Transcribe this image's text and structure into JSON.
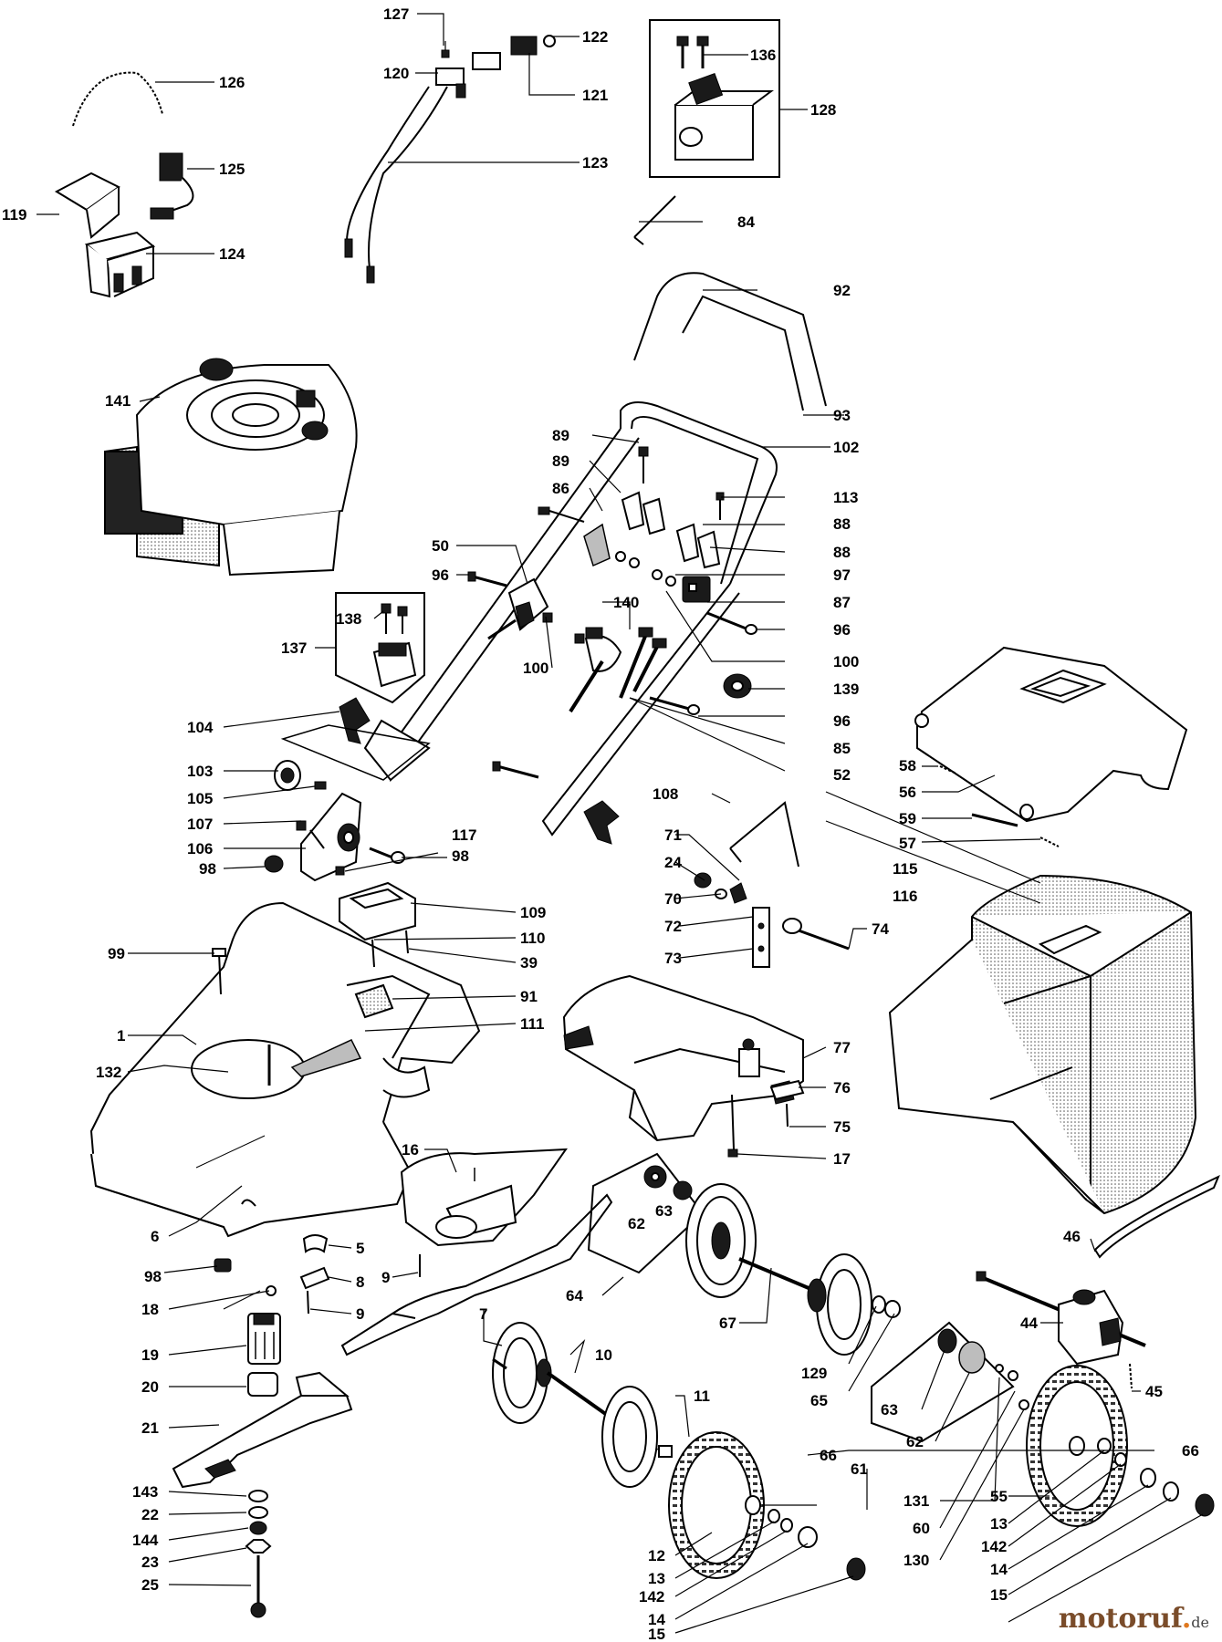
{
  "labels": [
    {
      "id": "127",
      "text": "127"
    },
    {
      "id": "122",
      "text": "122"
    },
    {
      "id": "120",
      "text": "120"
    },
    {
      "id": "121",
      "text": "121"
    },
    {
      "id": "126",
      "text": "126"
    },
    {
      "id": "125",
      "text": "125"
    },
    {
      "id": "119",
      "text": "119"
    },
    {
      "id": "124",
      "text": "124"
    },
    {
      "id": "123",
      "text": "123"
    },
    {
      "id": "136",
      "text": "136"
    },
    {
      "id": "128",
      "text": "128"
    },
    {
      "id": "84",
      "text": "84"
    },
    {
      "id": "92",
      "text": "92"
    },
    {
      "id": "93",
      "text": "93"
    },
    {
      "id": "141",
      "text": "141"
    },
    {
      "id": "102",
      "text": "102"
    },
    {
      "id": "89a",
      "text": "89"
    },
    {
      "id": "89b",
      "text": "89"
    },
    {
      "id": "86",
      "text": "86"
    },
    {
      "id": "113",
      "text": "113"
    },
    {
      "id": "88a",
      "text": "88"
    },
    {
      "id": "88b",
      "text": "88"
    },
    {
      "id": "97",
      "text": "97"
    },
    {
      "id": "87",
      "text": "87"
    },
    {
      "id": "96a",
      "text": "96"
    },
    {
      "id": "96b",
      "text": "96"
    },
    {
      "id": "96c",
      "text": "96"
    },
    {
      "id": "50",
      "text": "50"
    },
    {
      "id": "140",
      "text": "140"
    },
    {
      "id": "100a",
      "text": "100"
    },
    {
      "id": "100b",
      "text": "100"
    },
    {
      "id": "139",
      "text": "139"
    },
    {
      "id": "138",
      "text": "138"
    },
    {
      "id": "137",
      "text": "137"
    },
    {
      "id": "85",
      "text": "85"
    },
    {
      "id": "52",
      "text": "52"
    },
    {
      "id": "104",
      "text": "104"
    },
    {
      "id": "103",
      "text": "103"
    },
    {
      "id": "105",
      "text": "105"
    },
    {
      "id": "107",
      "text": "107"
    },
    {
      "id": "106",
      "text": "106"
    },
    {
      "id": "117",
      "text": "117"
    },
    {
      "id": "98a",
      "text": "98"
    },
    {
      "id": "98b",
      "text": "98"
    },
    {
      "id": "98c",
      "text": "98"
    },
    {
      "id": "58",
      "text": "58"
    },
    {
      "id": "56",
      "text": "56"
    },
    {
      "id": "59",
      "text": "59"
    },
    {
      "id": "57",
      "text": "57"
    },
    {
      "id": "108",
      "text": "108"
    },
    {
      "id": "71",
      "text": "71"
    },
    {
      "id": "24",
      "text": "24"
    },
    {
      "id": "70",
      "text": "70"
    },
    {
      "id": "72",
      "text": "72"
    },
    {
      "id": "73",
      "text": "73"
    },
    {
      "id": "74",
      "text": "74"
    },
    {
      "id": "115",
      "text": "115"
    },
    {
      "id": "116",
      "text": "116"
    },
    {
      "id": "109",
      "text": "109"
    },
    {
      "id": "110",
      "text": "110"
    },
    {
      "id": "39",
      "text": "39"
    },
    {
      "id": "99",
      "text": "99"
    },
    {
      "id": "91",
      "text": "91"
    },
    {
      "id": "111",
      "text": "111"
    },
    {
      "id": "1",
      "text": "1"
    },
    {
      "id": "132",
      "text": "132"
    },
    {
      "id": "77",
      "text": "77"
    },
    {
      "id": "76",
      "text": "76"
    },
    {
      "id": "75",
      "text": "75"
    },
    {
      "id": "17",
      "text": "17"
    },
    {
      "id": "16",
      "text": "16"
    },
    {
      "id": "62a",
      "text": "62"
    },
    {
      "id": "63a",
      "text": "63"
    },
    {
      "id": "6",
      "text": "6"
    },
    {
      "id": "5",
      "text": "5"
    },
    {
      "id": "8",
      "text": "8"
    },
    {
      "id": "9a",
      "text": "9"
    },
    {
      "id": "9b",
      "text": "9"
    },
    {
      "id": "18",
      "text": "18"
    },
    {
      "id": "64",
      "text": "64"
    },
    {
      "id": "46",
      "text": "46"
    },
    {
      "id": "7",
      "text": "7"
    },
    {
      "id": "67",
      "text": "67"
    },
    {
      "id": "44",
      "text": "44"
    },
    {
      "id": "19",
      "text": "19"
    },
    {
      "id": "10",
      "text": "10"
    },
    {
      "id": "45",
      "text": "45"
    },
    {
      "id": "20",
      "text": "20"
    },
    {
      "id": "129",
      "text": "129"
    },
    {
      "id": "65",
      "text": "65"
    },
    {
      "id": "11",
      "text": "11"
    },
    {
      "id": "63b",
      "text": "63"
    },
    {
      "id": "62b",
      "text": "62"
    },
    {
      "id": "21",
      "text": "21"
    },
    {
      "id": "66a",
      "text": "66"
    },
    {
      "id": "61",
      "text": "61"
    },
    {
      "id": "143",
      "text": "143"
    },
    {
      "id": "131",
      "text": "131"
    },
    {
      "id": "55",
      "text": "55"
    },
    {
      "id": "22",
      "text": "22"
    },
    {
      "id": "66b",
      "text": "66"
    },
    {
      "id": "60",
      "text": "60"
    },
    {
      "id": "13a",
      "text": "13"
    },
    {
      "id": "144",
      "text": "144"
    },
    {
      "id": "142a",
      "text": "142"
    },
    {
      "id": "23",
      "text": "23"
    },
    {
      "id": "130",
      "text": "130"
    },
    {
      "id": "12",
      "text": "12"
    },
    {
      "id": "14a",
      "text": "14"
    },
    {
      "id": "13b",
      "text": "13"
    },
    {
      "id": "25",
      "text": "25"
    },
    {
      "id": "142b",
      "text": "142"
    },
    {
      "id": "15a",
      "text": "15"
    },
    {
      "id": "14b",
      "text": "14"
    },
    {
      "id": "15b",
      "text": "15"
    }
  ],
  "watermark": {
    "brand_a": "motoruf",
    "dot": ".",
    "tld": "de"
  }
}
